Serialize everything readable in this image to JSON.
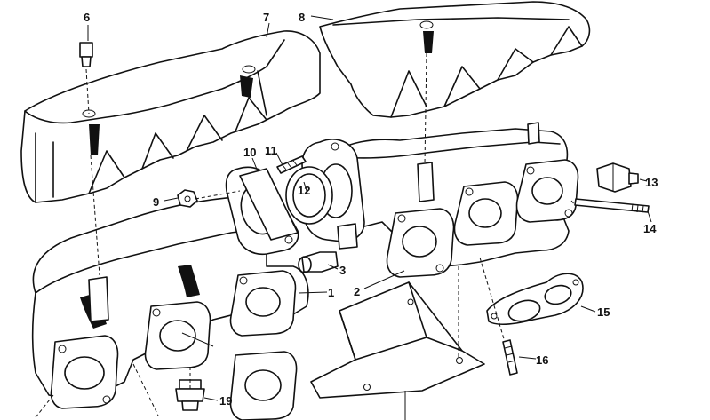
{
  "callouts": [
    {
      "id": "1",
      "label": "1"
    },
    {
      "id": "2",
      "label": "2"
    },
    {
      "id": "3",
      "label": "3"
    },
    {
      "id": "6",
      "label": "6"
    },
    {
      "id": "7",
      "label": "7"
    },
    {
      "id": "8",
      "label": "8"
    },
    {
      "id": "9",
      "label": "9"
    },
    {
      "id": "10",
      "label": "10"
    },
    {
      "id": "11",
      "label": "11"
    },
    {
      "id": "12",
      "label": "12"
    },
    {
      "id": "13",
      "label": "13"
    },
    {
      "id": "14",
      "label": "14"
    },
    {
      "id": "15",
      "label": "15"
    },
    {
      "id": "16",
      "label": "16"
    },
    {
      "id": "19",
      "label": "19"
    }
  ],
  "colors": {
    "ink": "#111111",
    "paper": "#ffffff"
  }
}
